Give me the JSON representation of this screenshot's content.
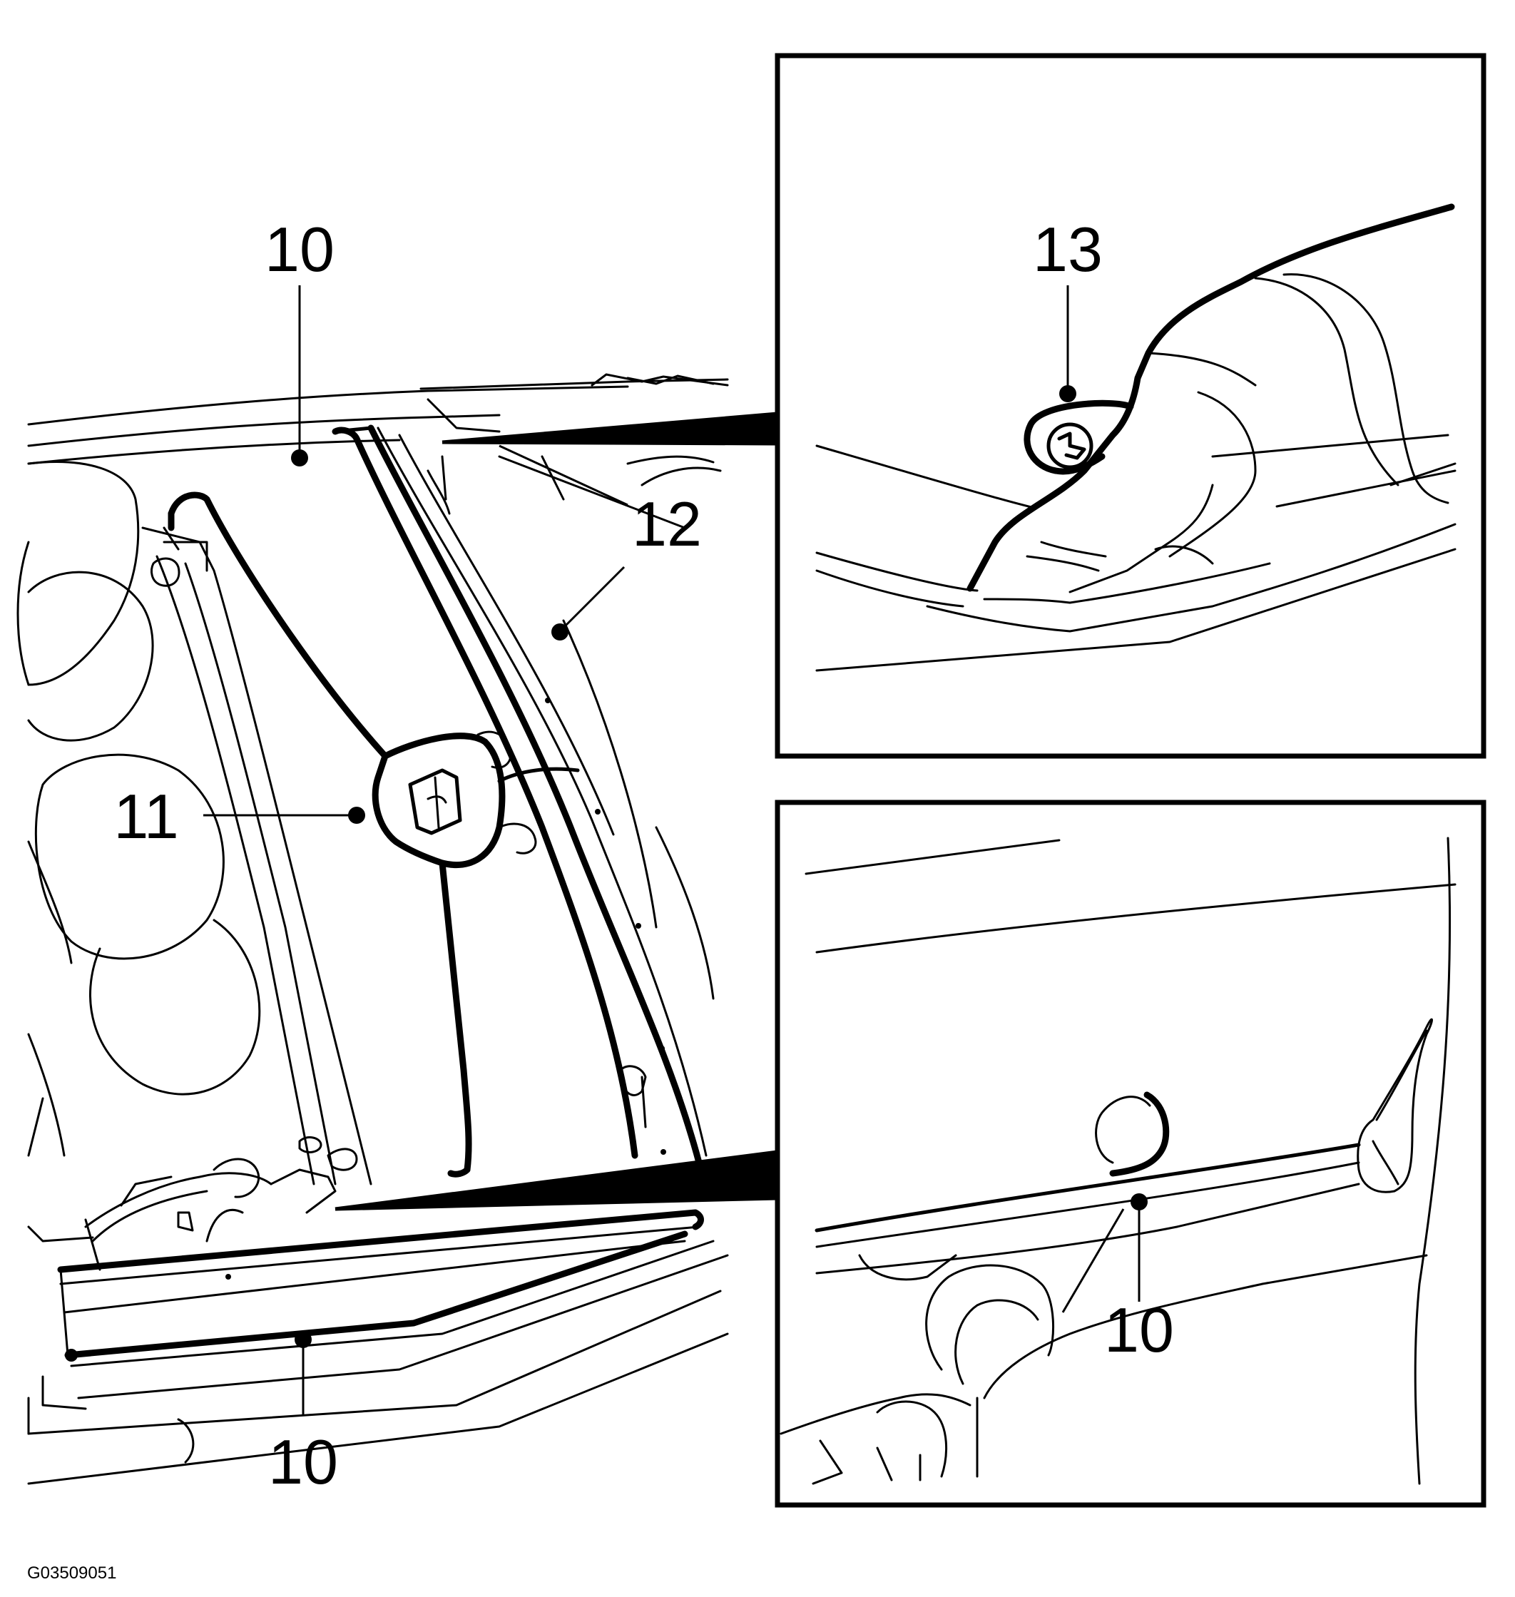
{
  "callouts": {
    "c10_top": "10",
    "c11": "11",
    "c12": "12",
    "c13": "13",
    "c10_bottom": "10",
    "c10_inset": "10"
  },
  "figure_ref": "G03509051"
}
